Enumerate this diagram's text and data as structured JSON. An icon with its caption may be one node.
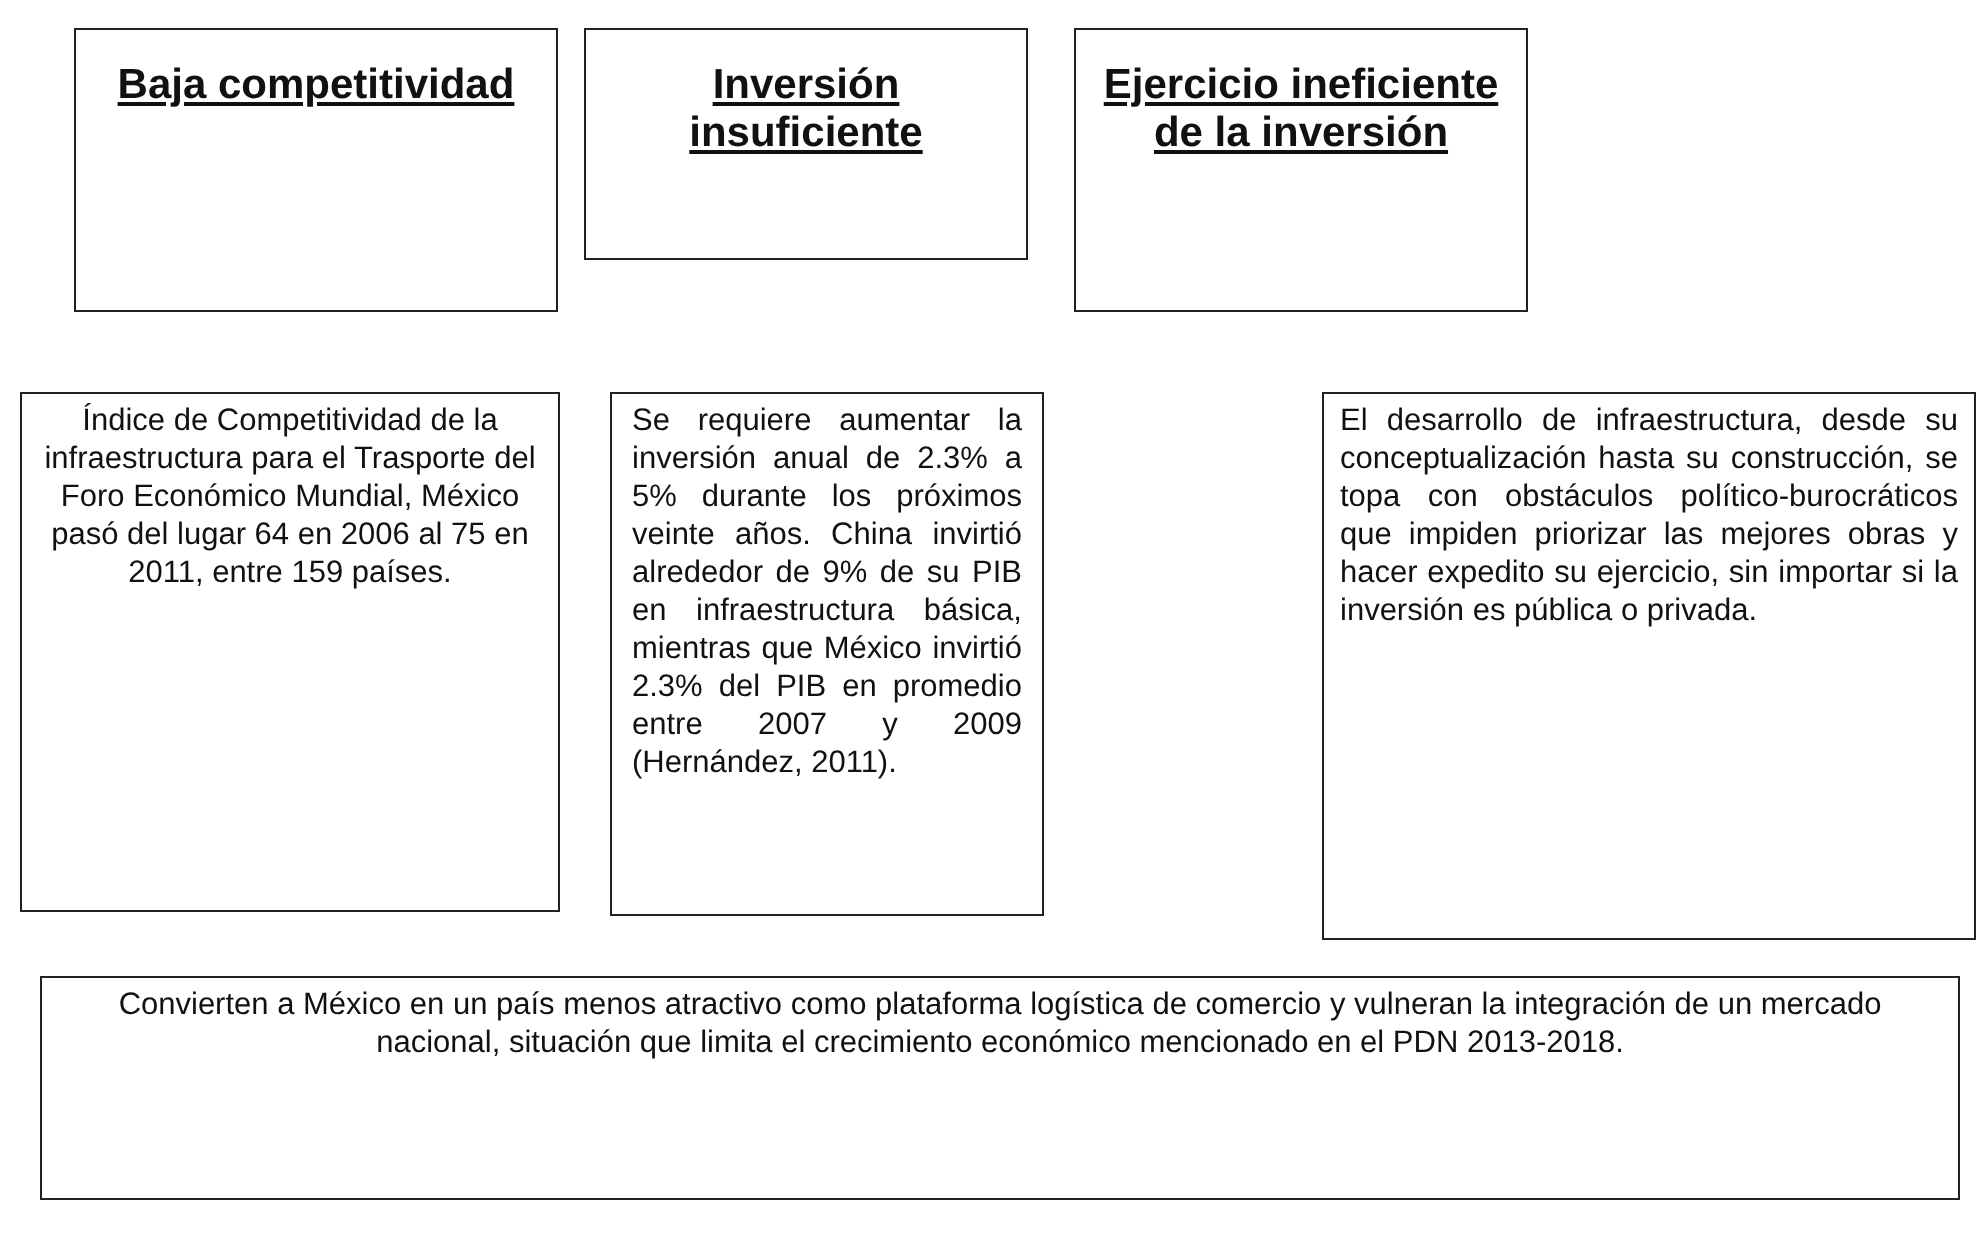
{
  "diagram": {
    "nodes": [
      {
        "text": [
          "Baja competitividad"
        ]
      },
      {
        "text": [
          "Inversión insuficiente"
        ]
      },
      {
        "text": [
          "Ejercicio ineficiente de la inversión"
        ]
      },
      {
        "text": [
          "Índice de Competitividad de la infraestructura para el Trasporte del Foro Económico Mundial, México pasó del lugar 64 en 2006 al 75 en 2011, entre 159 países."
        ]
      },
      {
        "text": [
          "Se requiere aumentar la inversión anual de 2.3% a 5% durante los próximos veinte años. China invirtió alrededor de 9% de su PIB en infraestructura básica, mientras que México invirtió 2.3% del PIB en promedio entre 2007 y 2009 (Hernández, 2011)."
        ]
      },
      {
        "text": [
          "El desarrollo de infraestructura, desde su conceptualización hasta su construcción, se topa con obstáculos político-burocráticos que impiden priorizar las mejores obras y hacer expedito su ejercicio, sin importar si la inversión es pública o privada."
        ]
      },
      {
        "text": [
          "Convierten a México en un país menos atractivo como plataforma logística de comercio y vulneran la integración de un mercado nacional, situación que limita el crecimiento económico mencionado en el PDN 2013-2018."
        ]
      }
    ],
    "edges": []
  }
}
